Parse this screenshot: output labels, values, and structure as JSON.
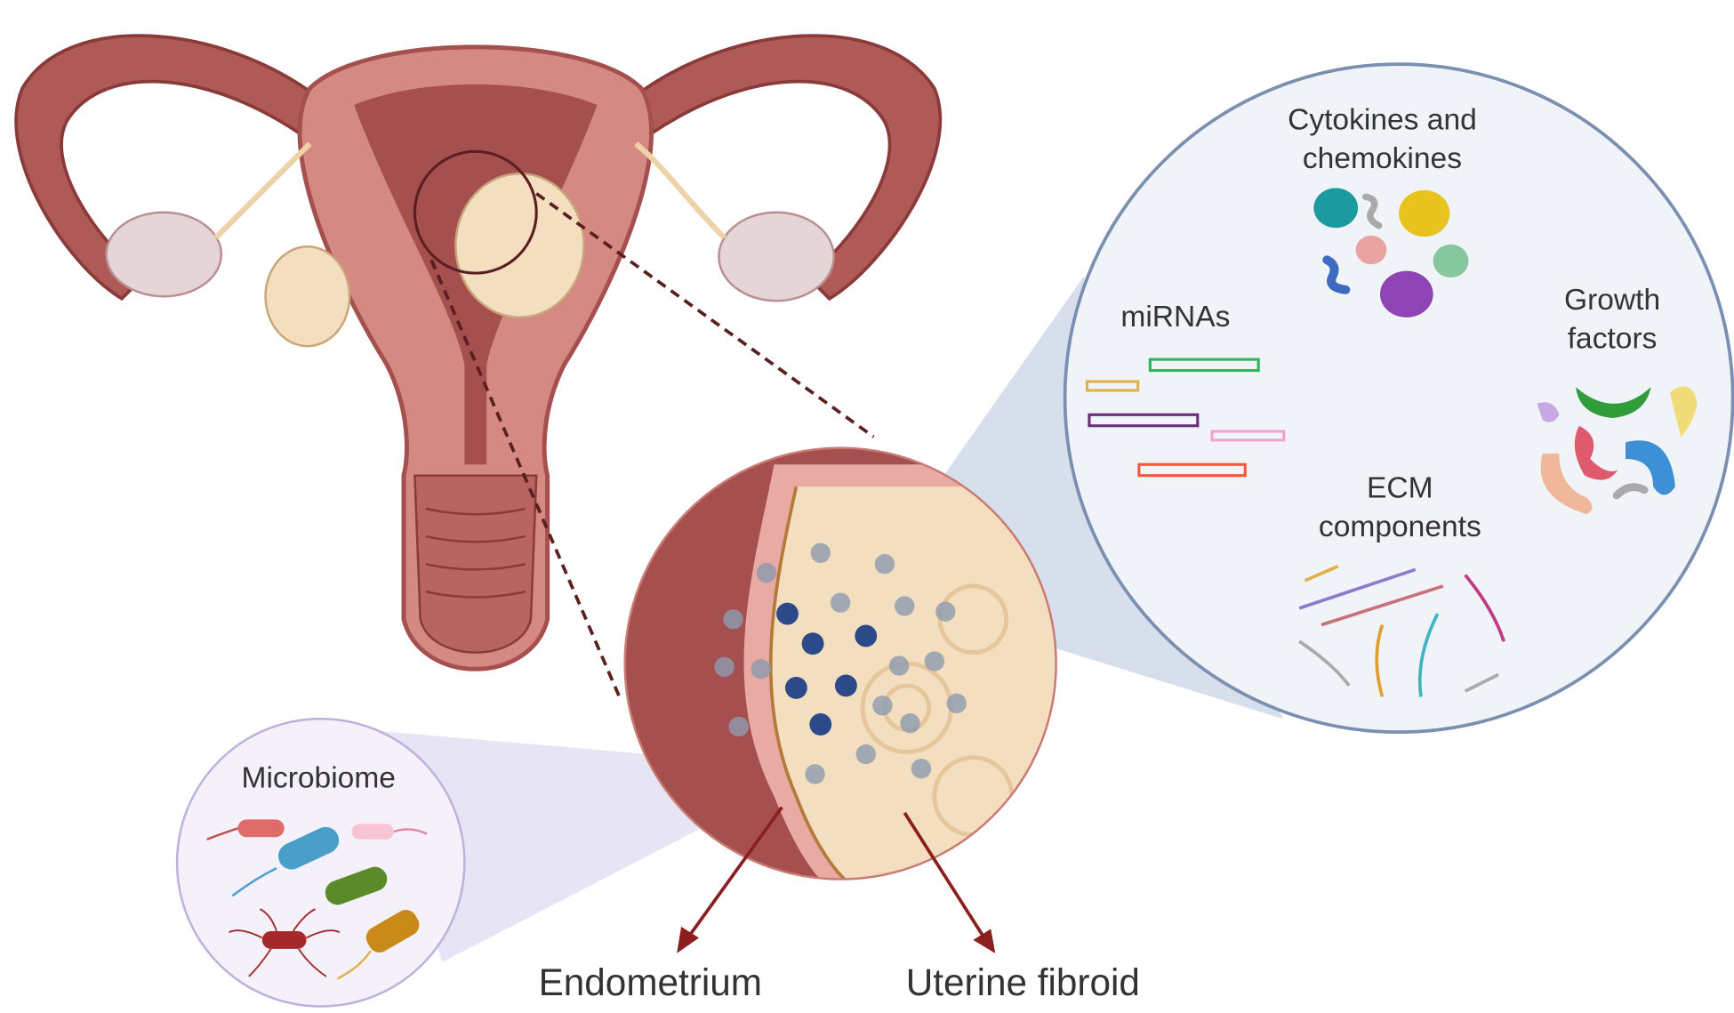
{
  "labels": {
    "cytokines_line1": "Cytokines and",
    "cytokines_line2": "chemokines",
    "mirnas": "miRNAs",
    "growth_line1": "Growth",
    "growth_line2": "factors",
    "ecm_line1": "ECM",
    "ecm_line2": "components",
    "microbiome": "Microbiome",
    "endometrium": "Endometrium",
    "uterine_fibroid": "Uterine fibroid"
  },
  "colors": {
    "uterus_dark": "#a5504f",
    "uterus_mid": "#c97a74",
    "uterus_light": "#e8aaa2",
    "fibroid": "#f3dfbf",
    "zoom_circle_fill": "#f0f4f9",
    "zoom_circle_stroke": "#7b8fb0",
    "microbiome_fill": "#f4f1fb",
    "arrow": "#8b1e1e"
  }
}
